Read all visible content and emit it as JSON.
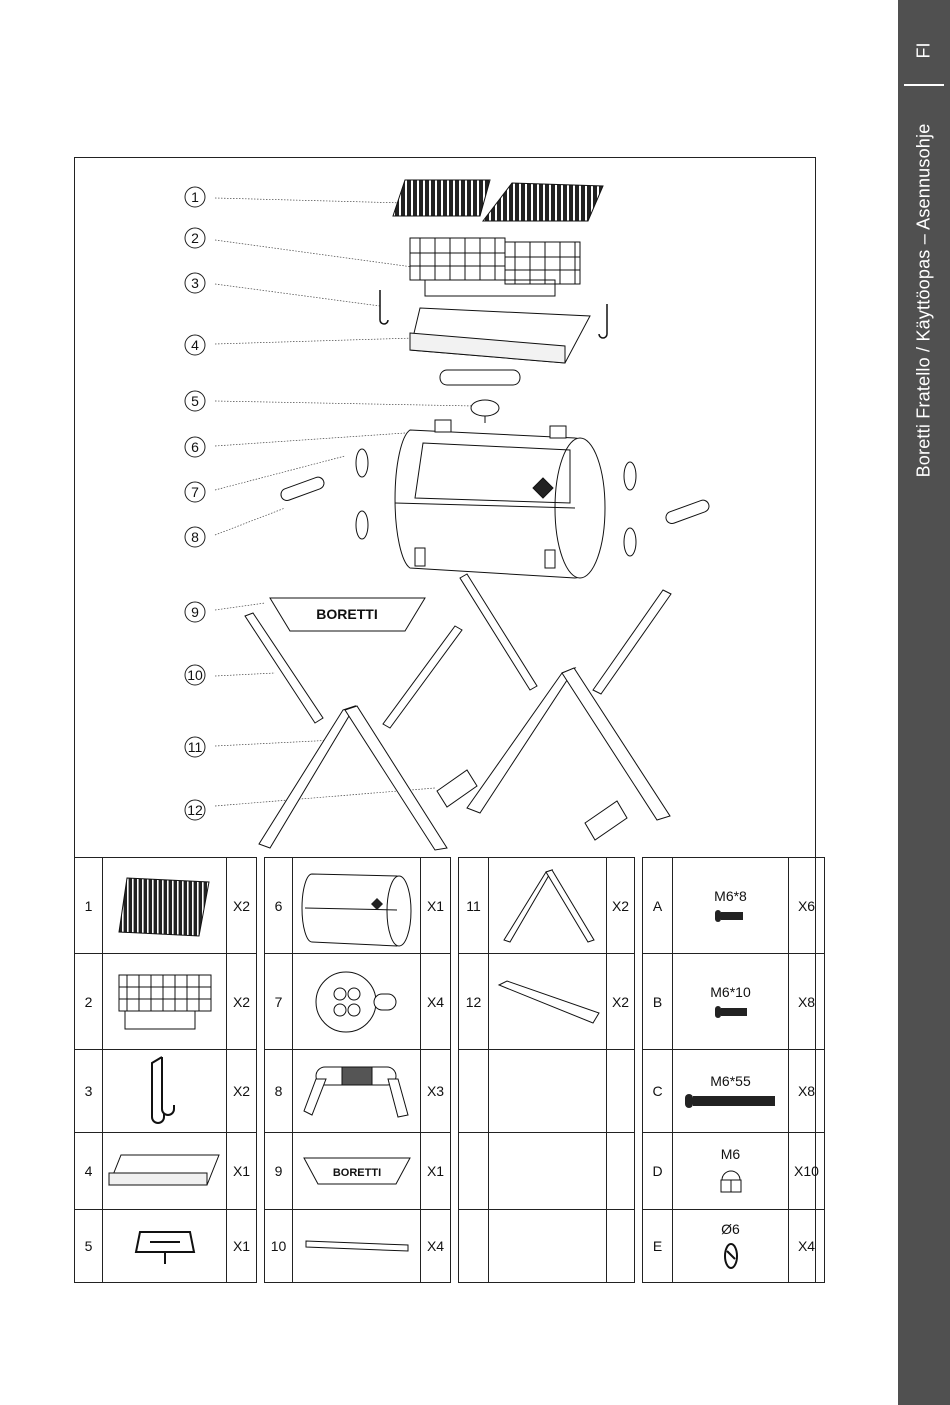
{
  "side_tab": {
    "language": "FI",
    "title": "Boretti Fratello / Käyttöopas – Asennusohje"
  },
  "diagram": {
    "callouts": [
      "1",
      "2",
      "3",
      "4",
      "5",
      "6",
      "7",
      "8",
      "9",
      "10",
      "11",
      "12"
    ],
    "brand_plate_text": "BORETTI"
  },
  "parts": [
    {
      "num": "1",
      "qty": "X2",
      "icon": "grill-grate-icon"
    },
    {
      "num": "2",
      "qty": "X2",
      "icon": "charcoal-basket-icon"
    },
    {
      "num": "3",
      "qty": "X2",
      "icon": "hook-icon"
    },
    {
      "num": "4",
      "qty": "X1",
      "icon": "ash-tray-icon"
    },
    {
      "num": "5",
      "qty": "X1",
      "icon": "handle-icon"
    },
    {
      "num": "6",
      "qty": "X1",
      "icon": "barrel-body-icon"
    },
    {
      "num": "7",
      "qty": "X4",
      "icon": "vent-wheel-icon"
    },
    {
      "num": "8",
      "qty": "X3",
      "icon": "side-handle-icon"
    },
    {
      "num": "9",
      "qty": "X1",
      "icon": "brand-plate-icon",
      "plate_text": "BORETTI"
    },
    {
      "num": "10",
      "qty": "X4",
      "icon": "crossbar-icon"
    },
    {
      "num": "11",
      "qty": "X2",
      "icon": "a-frame-leg-icon"
    },
    {
      "num": "12",
      "qty": "X2",
      "icon": "leg-connector-icon"
    }
  ],
  "hardware": [
    {
      "letter": "A",
      "spec": "M6*8",
      "qty": "X6",
      "icon": "short-bolt-icon"
    },
    {
      "letter": "B",
      "spec": "M6*10",
      "qty": "X8",
      "icon": "bolt-icon"
    },
    {
      "letter": "C",
      "spec": "M6*55",
      "qty": "X8",
      "icon": "long-bolt-icon"
    },
    {
      "letter": "D",
      "spec": "M6",
      "qty": "X10",
      "icon": "cap-nut-icon"
    },
    {
      "letter": "E",
      "spec": "Ø6",
      "qty": "X4",
      "icon": "washer-icon"
    }
  ]
}
